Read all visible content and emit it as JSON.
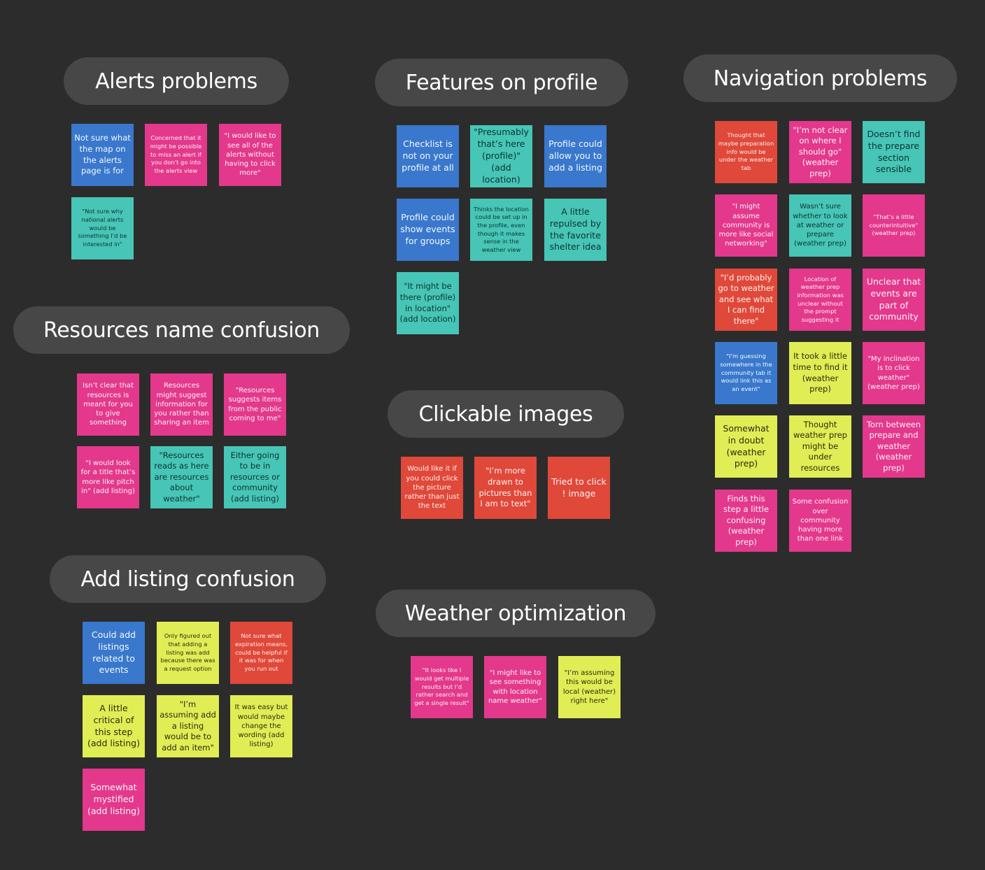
{
  "colors": {
    "background": "#2c2c2c",
    "header": "#474747",
    "blue": "#3978cc",
    "pink": "#e3388c",
    "teal": "#47c5b6",
    "red": "#e0483a",
    "yellow": "#e0ed55"
  },
  "groups": {
    "alerts": {
      "title": "Alerts problems",
      "notes": [
        "Not sure what the map on the alerts page is for",
        "Concerned that it might be possible to miss an alert if you don’t go into the alerts view",
        "\"I would like to see all of the alerts without having to click more\"",
        "\"Not sure why national alerts would be something I’d be interested in\""
      ]
    },
    "resources": {
      "title": "Resources name confusion",
      "notes": [
        "Isn’t clear that resources is meant for you to give something",
        "Resources might suggest information for you rather than sharing an item",
        "\"Resources suggests items from the public coming to me\"",
        "\"I would look for a title that’s more like pitch in\" (add listing)",
        "\"Resources reads as here are resources about weather\"",
        "Either going to be in resources or community (add listing)"
      ]
    },
    "add_listing": {
      "title": "Add listing confusion",
      "notes": [
        "Could add listings related to events",
        "Only figured out that adding a listing was add because there was a request option",
        "Not sure what expiration means, could be helpful if it was for when you run out",
        "A little critical of this step (add listing)",
        "\"I’m assuming add a listing would be to add an item\"",
        "It was easy but would maybe change the wording (add listing)",
        "Somewhat mystified (add listing)"
      ]
    },
    "profile": {
      "title": "Features on profile",
      "notes": [
        "Checklist is not on your profile at all",
        "\"Presumably that’s here (profile)\" (add location)",
        "Profile could allow you to add a listing",
        "Profile could show events for groups",
        "Thinks the location could be set up in the profile, even though it makes sense in the weather view",
        "A little repulsed by the favorite shelter idea",
        "\"It might be there (profile) in location\" (add location)"
      ]
    },
    "clickable": {
      "title": "Clickable images",
      "notes": [
        "Would like it if you could click the picture rather than just the text",
        "\"I’m more drawn to pictures than I am to text\"",
        "Tried to click ! image"
      ]
    },
    "weather": {
      "title": "Weather optimization",
      "notes": [
        "\"It looks like I would get multiple results but I’d rather search and get a single result\"",
        "\"I might like to see something with location name weather\"",
        "\"I’m assuming this would be local (weather) right here\""
      ]
    },
    "navigation": {
      "title": "Navigation problems",
      "notes": [
        "Thought that maybe preparation info would be under the weather tab",
        "\"I’m not clear on where I should go\" (weather prep)",
        "Doesn’t find the prepare section sensible",
        "\"I might assume community is more like social networking\"",
        "Wasn’t sure whether to look at weather or prepare (weather prep)",
        "\"That’s a little counterintuitive\" (weather prep)",
        "\"I’d probably go to weather and see what I can find there\"",
        "Location of weather prep information was unclear without the prompt suggesting it",
        "Unclear that events are part of community",
        "\"I’m guessing somewhere in the community tab it would link this as an event\"",
        "It took a little time to find it (weather prep)",
        "\"My inclination is to click weather\" (weather prep)",
        "Somewhat in doubt (weather prep)",
        "Thought weather prep might be under resources",
        "Torn between prepare and weather (weather prep)",
        "Finds this step a little confusing (weather prep)",
        "Some confusion over community having more than one link"
      ]
    }
  }
}
